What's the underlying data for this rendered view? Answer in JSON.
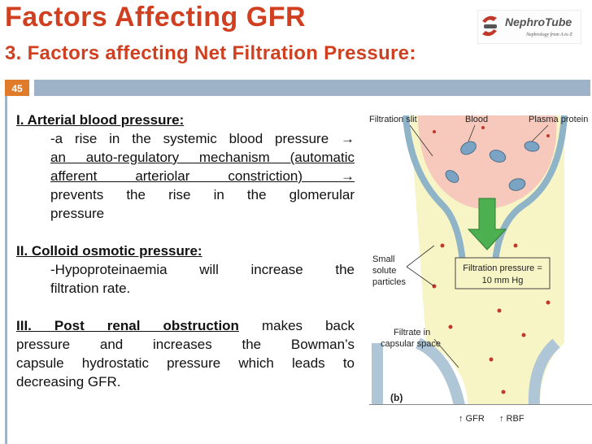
{
  "slide": {
    "title": "Factors Affecting GFR",
    "subtitle": "3. Factors affecting Net Filtration Pressure:",
    "number": "45",
    "accent": "#d04020",
    "rule_box_color": "#e07b2a",
    "rule_color": "#9fb3c8"
  },
  "logo": {
    "name": "NephroTube",
    "tagline": "Nephrology from A to Z"
  },
  "content": {
    "s1_heading": "I. Arterial blood pressure:",
    "s1_l1": "-a rise in the systemic blood pressure →",
    "s1_l2": "an auto-regulatory mechanism (automatic",
    "s1_l3": "afferent arteriolar constriction) →",
    "s1_l4": "prevents the rise in the glomerular",
    "s1_l5": "pressure",
    "s2_heading": "II. Colloid osmotic pressure:",
    "s2_l1": "-Hypoproteinaemia will increase the",
    "s2_l2": "filtration rate.",
    "s3_heading": "III. Post renal obstruction",
    "s3_l1_rest": "makes back",
    "s3_l2": "pressure and increases the Bowman’s",
    "s3_l3": "capsule hydrostatic pressure which leads to",
    "s3_l4": "decreasing GFR."
  },
  "figure": {
    "label_slit": "Filtration slit",
    "label_blood": "Blood",
    "label_plasma": "Plasma protein",
    "label_small": "Small",
    "label_solute": "solute",
    "label_particles": "particles",
    "pressure_l1": "Filtration pressure =",
    "pressure_l2": "10 mm Hg",
    "label_filtrate1": "Filtrate in",
    "label_filtrate2": "capsular space",
    "panel_label": "(b)",
    "gfr": "↑ GFR",
    "rbf": "↑ RBF"
  }
}
